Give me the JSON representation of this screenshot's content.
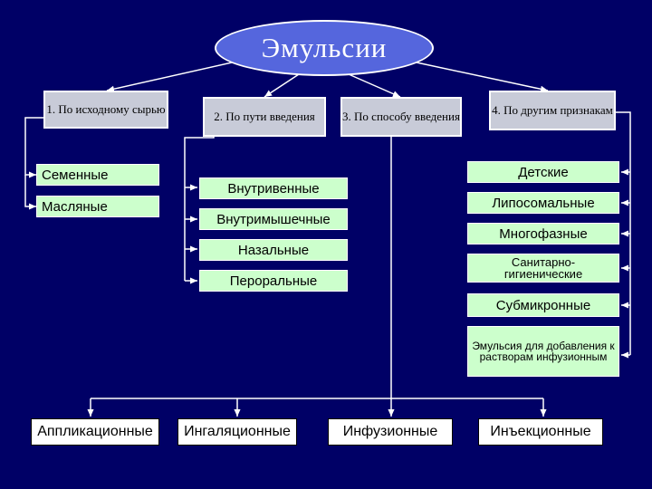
{
  "title": "Эмульсии",
  "categories": [
    {
      "label": "1. По исходному сырью"
    },
    {
      "label": "2. По пути введения"
    },
    {
      "label": "3. По способу введения"
    },
    {
      "label": "4. По другим признакам"
    }
  ],
  "by_raw_material": [
    "Семенные",
    "Масляные"
  ],
  "by_route": [
    "Внутривенные",
    "Внутримышечные",
    "Назальные",
    "Пероральные"
  ],
  "by_other": [
    "Детские",
    "Липосомальные",
    "Многофазные",
    "Санитарно-гигиенические",
    "Субмикронные",
    "Эмульсия для добавления к растворам инфузионным"
  ],
  "by_method": [
    "Аппликационные",
    "Ингаляционные",
    "Инфузионные",
    "Инъекционные"
  ],
  "colors": {
    "background": "#000066",
    "title_fill": "#5566dd",
    "category_fill": "#c8cbd8",
    "leaf_fill": "#ccffcc",
    "bottom_fill": "#ffffff",
    "lines": "#ffffff"
  }
}
